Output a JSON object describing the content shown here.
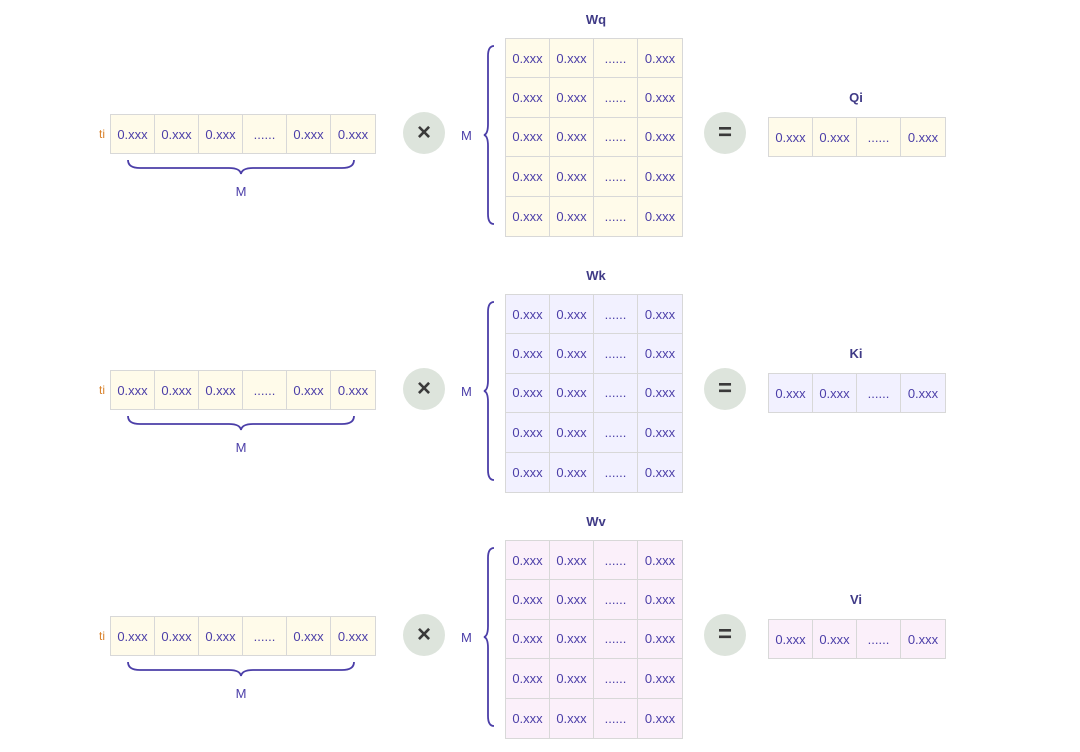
{
  "input_label": "ti",
  "dim_label": "M",
  "ops": {
    "multiply": "×",
    "equals": "="
  },
  "input_cells": [
    "0.xxx",
    "0.xxx",
    "0.xxx",
    "......",
    "0.xxx",
    "0.xxx"
  ],
  "matrix_row": [
    "0.xxx",
    "0.xxx",
    "......",
    "0.xxx"
  ],
  "output_cells": [
    "0.xxx",
    "0.xxx",
    "......",
    "0.xxx"
  ],
  "sections": [
    {
      "key": "q",
      "matrix_title": "Wq",
      "output_title": "Qi"
    },
    {
      "key": "k",
      "matrix_title": "Wk",
      "output_title": "Ki"
    },
    {
      "key": "v",
      "matrix_title": "Wv",
      "output_title": "Vi"
    }
  ],
  "colors": {
    "q_fill": "#fffbea",
    "k_fill": "#f2f1ff",
    "v_fill": "#fbf0fa",
    "text": "#4b3ea8",
    "input_label": "#d9822b",
    "operator_bg": "#dde4dc"
  }
}
